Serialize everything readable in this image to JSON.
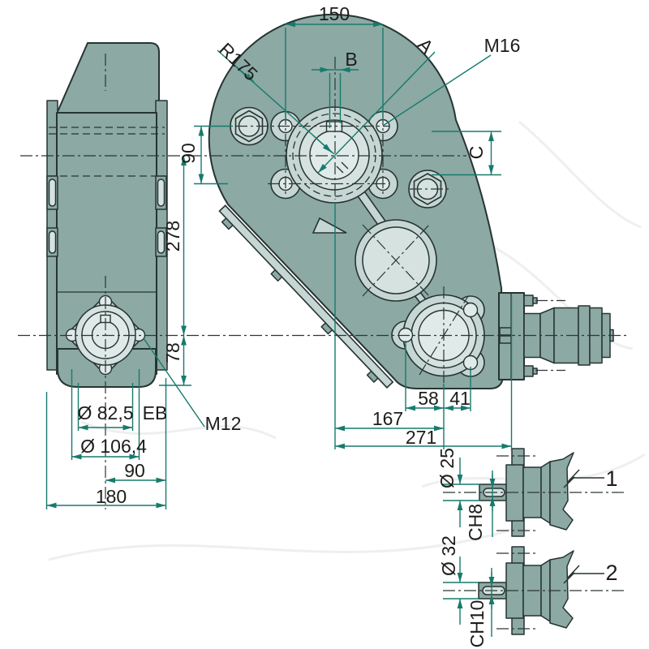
{
  "drawing": {
    "colors": {
      "background": "#FFFFFF",
      "housing_fill": "#8CA9A4",
      "machined_face_fill": "#C6D6D3",
      "inner_face_fill": "#D5E2DF",
      "bore_fill": "#E0EAE8",
      "outline": "#263432",
      "dimension": "#177A6D",
      "text": "#1C1C1A",
      "watermark": "#EFEFEF"
    },
    "labels": {
      "d150": "150",
      "b": "B",
      "a": "A",
      "m16": "M16",
      "r175": "R175",
      "c": "C",
      "v90": "90",
      "v278": "278",
      "v78": "78",
      "d58": "58",
      "d41": "41",
      "d167": "167",
      "d271": "271",
      "dia82_5": "Ø 82,5",
      "eb": "EB",
      "m12": "M12",
      "dia106_4": "Ø 106,4",
      "w90": "90",
      "w180": "180",
      "dia25": "Ø 25",
      "ch8": "CH8",
      "item1": "1",
      "dia32": "Ø 32",
      "ch10": "CH10",
      "item2": "2"
    }
  }
}
